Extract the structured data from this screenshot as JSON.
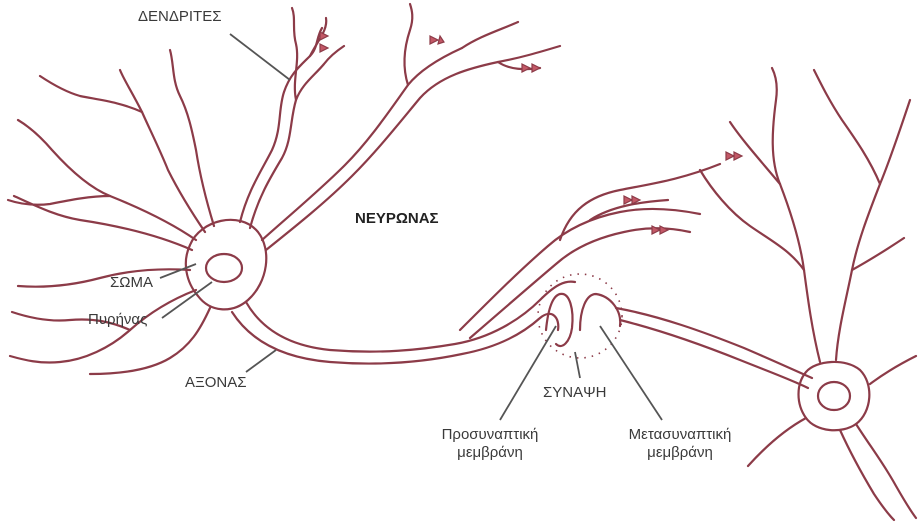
{
  "labels": {
    "dendrites": "ΔΕΝΔΡΙΤΕΣ",
    "neuron": "ΝΕΥΡΩΝΑΣ",
    "soma": "ΣΩΜΑ",
    "nucleus": "Πυρήνας",
    "axon": "ΑΞΟΝΑΣ",
    "synapse": "ΣΥΝΑΨΗ",
    "presynaptic_line1": "Προσυναπτική",
    "presynaptic_line2": "μεμβράνη",
    "postsynaptic_line1": "Μετασυναπτική",
    "postsynaptic_line2": "μεμβράνη"
  },
  "colors": {
    "nerve": "#8c3b48",
    "terminal": "#c25866",
    "text": "#3a3a3a"
  }
}
